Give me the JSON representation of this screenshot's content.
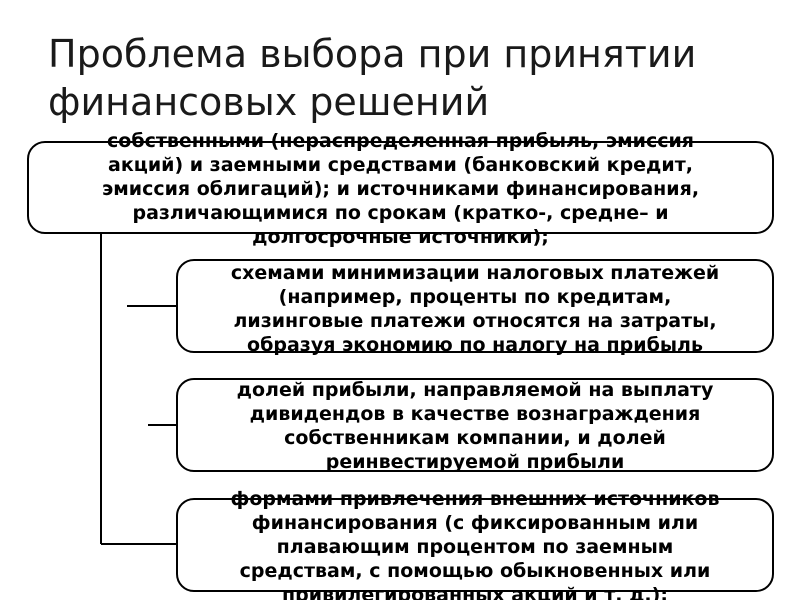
{
  "title": {
    "lines": [
      "Проблема выбора  при принятии",
      "финансовых решений"
    ]
  },
  "boxes": [
    {
      "lines": [
        "собственными (нераспределенная прибыль, эмиссия",
        "акций) и заемными средствами (банковский кредит,",
        "эмиссия облигаций); и  источниками финансирования,",
        "различающимися по срокам (кратко-, средне– и",
        "долгосрочные источники);"
      ]
    },
    {
      "lines": [
        "схемами минимизации налоговых платежей",
        "(например, проценты по кредитам,",
        "лизинговые платежи относятся на затраты,",
        "образуя экономию по налогу на прибыль"
      ]
    },
    {
      "lines": [
        "долей прибыли, направляемой на выплату",
        "дивидендов в качестве вознаграждения",
        "собственникам компании, и долей",
        "реинвестируемой прибыли"
      ]
    },
    {
      "lines": [
        "формами привлечения внешних источников",
        "финансирования (с фиксированным или",
        "плавающим процентом по заемным",
        "средствам, с помощью обыкновенных или",
        "привилегированных акций и т. д.);"
      ]
    }
  ]
}
